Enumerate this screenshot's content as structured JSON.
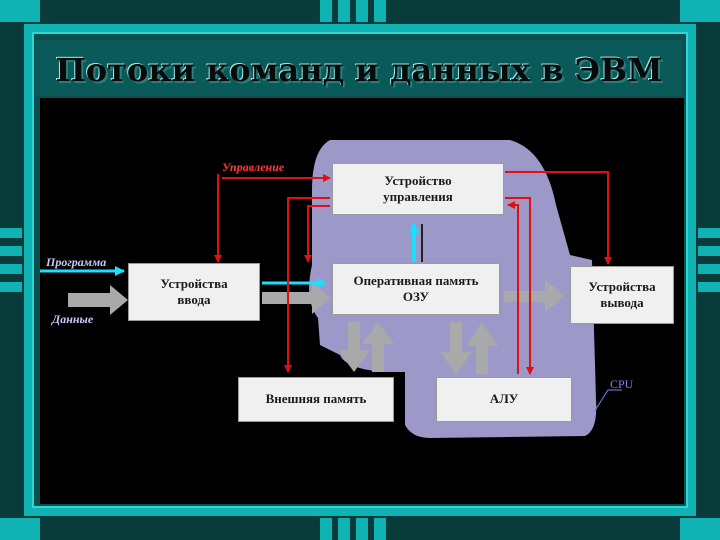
{
  "title": "Потоки команд и данных в ЭВМ",
  "boxes": {
    "control_unit": "Устройство\nуправления",
    "input_devices": "Устройства\nввода",
    "ram": "Оперативная память\nОЗУ",
    "output_devices": "Устройства\nвывода",
    "external_memory": "Внешняя память",
    "alu": "АЛУ"
  },
  "labels": {
    "control": "Управление",
    "program": "Программа",
    "data": "Данные",
    "cpu": "CPU"
  },
  "colors": {
    "control_flow": "#e01010",
    "program_flow": "#19e0ff",
    "data_flow": "#a9a9a9",
    "cpu_region": "#9c98c8"
  }
}
